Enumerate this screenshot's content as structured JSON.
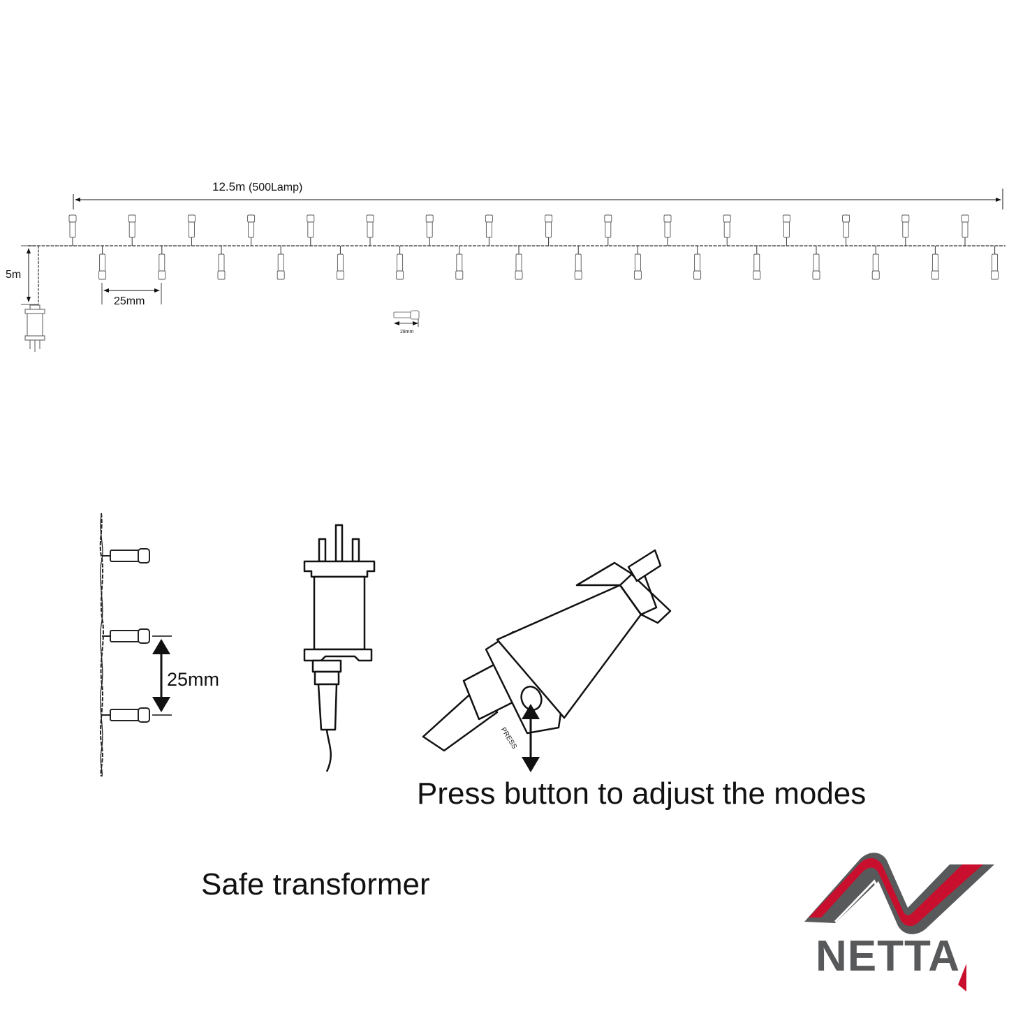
{
  "labels": {
    "total_length_main": "12.5m",
    "total_length_note": "(500Lamp)",
    "drop_length": "5m",
    "bulb_spacing": "25mm",
    "bulb_size": "28mm",
    "detail_spacing": "25mm",
    "press_marker": "PRESS",
    "caption_modes": "Press button to adjust the modes",
    "caption_transformer": "Safe transformer"
  },
  "brand": {
    "name": "NETTA",
    "primary_color": "#c8102e",
    "secondary_color": "#58595b"
  },
  "colors": {
    "line": "#111111",
    "wire": "#333333",
    "bulb_fill": "#ffffff"
  }
}
